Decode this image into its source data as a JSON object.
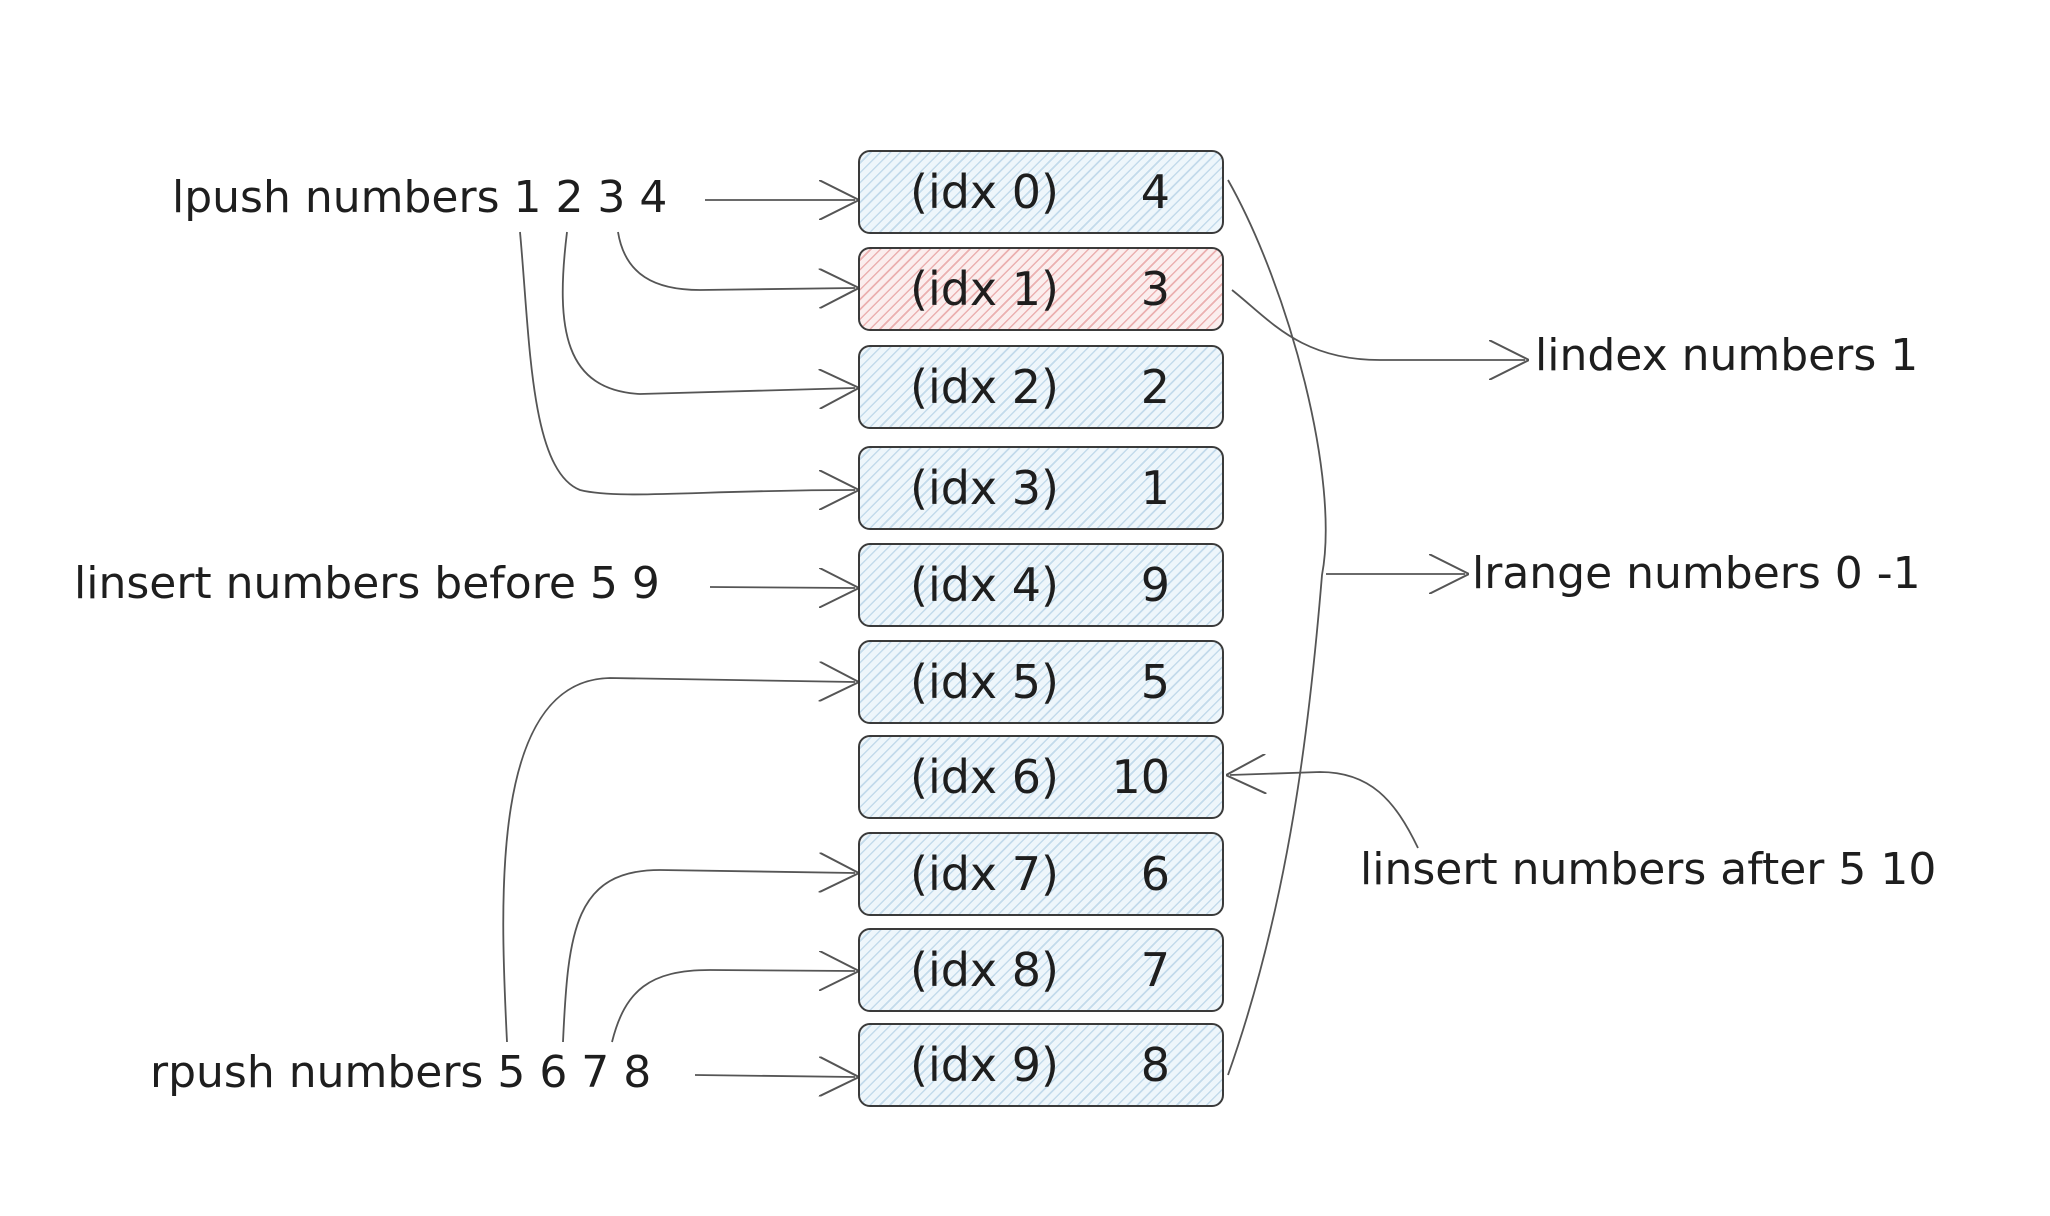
{
  "list": [
    {
      "index": "(idx 0)",
      "value": "4",
      "highlighted": false
    },
    {
      "index": "(idx 1)",
      "value": "3",
      "highlighted": true
    },
    {
      "index": "(idx 2)",
      "value": "2",
      "highlighted": false
    },
    {
      "index": "(idx 3)",
      "value": "1",
      "highlighted": false
    },
    {
      "index": "(idx 4)",
      "value": "9",
      "highlighted": false
    },
    {
      "index": "(idx 5)",
      "value": "5",
      "highlighted": false
    },
    {
      "index": "(idx 6)",
      "value": "10",
      "highlighted": false
    },
    {
      "index": "(idx 7)",
      "value": "6",
      "highlighted": false
    },
    {
      "index": "(idx 8)",
      "value": "7",
      "highlighted": false
    },
    {
      "index": "(idx 9)",
      "value": "8",
      "highlighted": false
    }
  ],
  "commands": {
    "lpush": "lpush numbers 1 2 3 4",
    "linsert_before": "linsert numbers before 5 9",
    "rpush": "rpush numbers 5 6 7 8",
    "lindex": "lindex numbers 1",
    "lrange": "lrange numbers 0 -1",
    "linsert_after": "linsert numbers after 5 10"
  },
  "colors": {
    "cell_fill": "#eef6fb",
    "cell_hatch": "#a0c4de",
    "highlight_fill": "#fbeeee",
    "highlight_hatch": "#e08787",
    "stroke": "#3a3a3a",
    "arrow": "#555555"
  }
}
